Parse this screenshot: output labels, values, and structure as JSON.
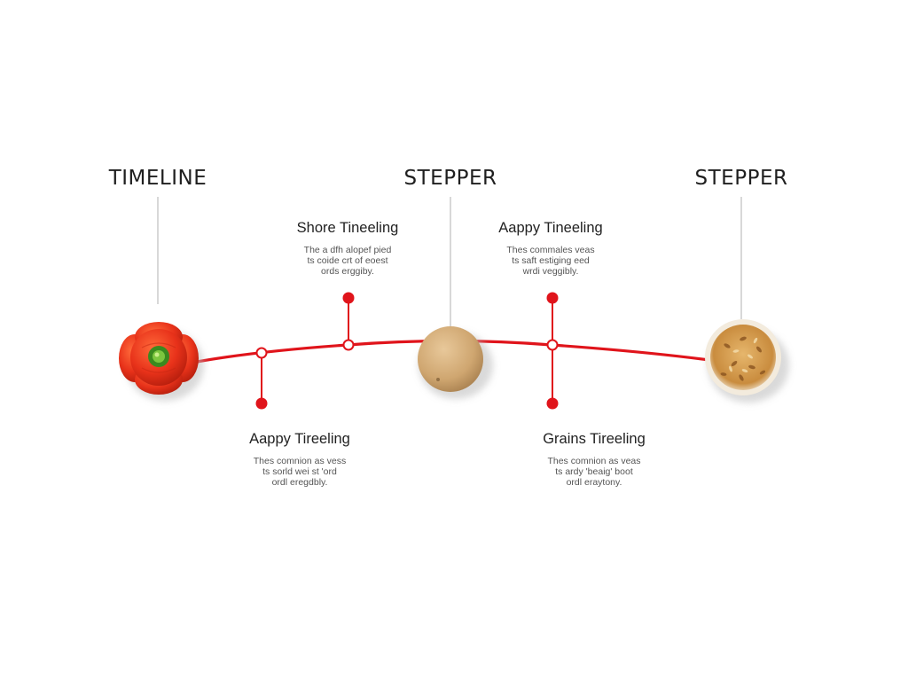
{
  "headers": {
    "left": "TIMELINE",
    "center": "STEPPER",
    "right": "STEPPER"
  },
  "steps": [
    {
      "title": "Shore Tineeling",
      "lines": [
        "The a dfh alopef pied",
        "ts coide crt of eoest",
        "ords erggiby."
      ]
    },
    {
      "title": "Aappy Tireeling",
      "lines": [
        "Thes comnion as vess",
        "ts sorld wei st 'ord",
        "ordl eregdbly."
      ]
    },
    {
      "title": "Aappy Tineeling",
      "lines": [
        "Thes commales veas",
        "ts saft estiging eed",
        "wrdi veggibly."
      ]
    },
    {
      "title": "Grains Tireeling",
      "lines": [
        "Thes comnion as veas",
        "ts ardy 'beaig' boot",
        "ordl eraytony."
      ]
    }
  ],
  "nodes": [
    {
      "name": "tomato-icon"
    },
    {
      "name": "melon-icon"
    },
    {
      "name": "grains-icon"
    }
  ],
  "colors": {
    "accent": "#e0141b",
    "connector": "#b0b0b0",
    "text": "#222222",
    "muted": "#555555"
  }
}
